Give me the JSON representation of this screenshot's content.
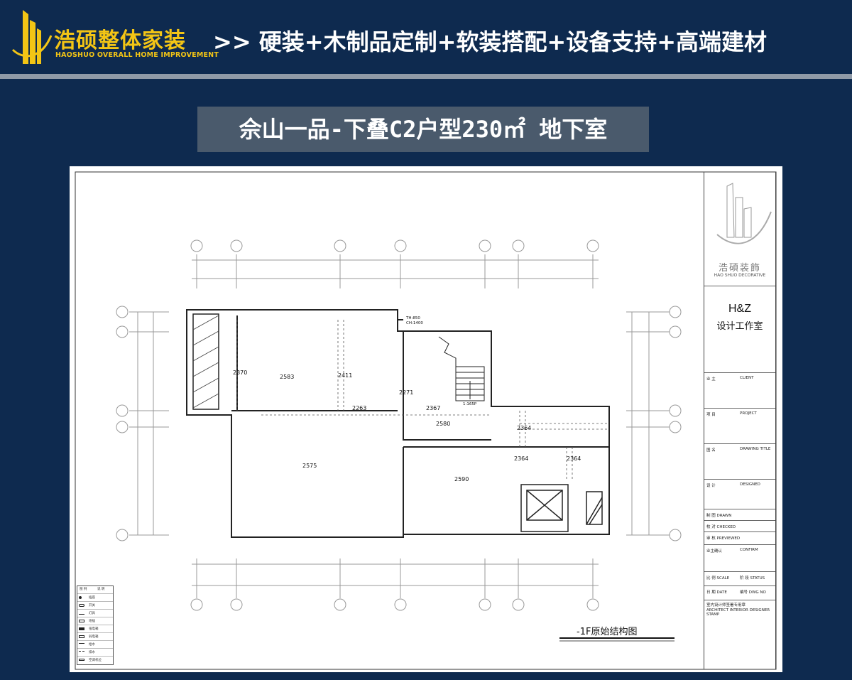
{
  "header": {
    "brand_name": "浩硕整体家装",
    "brand_sub": "HAOSHUO OVERALL HOME IMPROVEMENT",
    "tagline": ">> 硬装+木制品定制+软装搭配+设备支持+高端建材",
    "colors": {
      "background": "#0e2a4f",
      "brand": "#f3c515",
      "rule": "#8f9aa7"
    }
  },
  "title": "佘山一品-下叠C2户型230㎡ 地下室",
  "drawing": {
    "caption": "-1F原始结构图",
    "room_heights": [
      "2370",
      "2583",
      "2411",
      "2271",
      "2263",
      "2367",
      "2580",
      "2364",
      "2575",
      "2590",
      "2364",
      "2364"
    ],
    "notes": [
      "TH:850",
      "CH:1400",
      "1:165P"
    ]
  },
  "title_block": {
    "logo_text": "浩碩装飾",
    "logo_sub": "HAO SHUO DECORATIVE",
    "studio_code": "H&Z",
    "studio_name": "设计工作室",
    "rows": [
      {
        "k": "业 主",
        "v": "CLIENT"
      },
      {
        "k": "项 目",
        "v": "PROJECT"
      },
      {
        "k": "图 名",
        "v": "DRAWING TITLE"
      },
      {
        "k": "设 计",
        "v": "DESIGNED"
      },
      {
        "k": "制 图 DRAWN",
        "v": ""
      },
      {
        "k": "校 对 CHECKED",
        "v": ""
      },
      {
        "k": "审 核 PREVIEWED",
        "v": ""
      },
      {
        "k": "业主确认",
        "v": "CONFIRM"
      },
      {
        "k": "比 例 SCALE",
        "v": "阶 段 STATUS"
      },
      {
        "k": "日 期 DATE",
        "v": "编号 DWG NO"
      },
      {
        "k": "室内设计师签署专用章",
        "v": ""
      },
      {
        "k": "ARCHITECT INTERIOR DESIGNER STAMP",
        "v": ""
      }
    ]
  },
  "legend": {
    "head_left": "图 例",
    "head_right": "说 明",
    "items": [
      "插座",
      "开关",
      "灯具",
      "地插",
      "强电箱",
      "弱电箱",
      "给水",
      "排水",
      "空调机位"
    ]
  }
}
